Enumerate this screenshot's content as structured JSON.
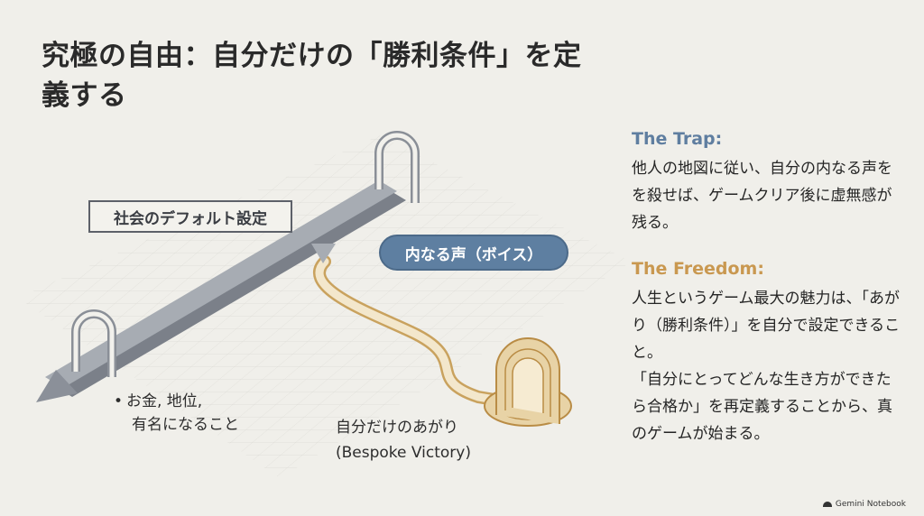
{
  "title": "究極の自由：自分だけの「勝利条件」を定義する",
  "illustration": {
    "default_label": "社会のデフォルト設定",
    "voice_label": "内なる声（ボイス）",
    "bullet": {
      "line1": "お金, 地位,",
      "line2": "有名になること"
    },
    "victory_line1": "自分だけのあがり",
    "victory_line2": "(Bespoke Victory)"
  },
  "side": {
    "trap_heading": "The Trap:",
    "trap_text": "他人の地図に従い、自分の内なる声をを殺せば、ゲームクリア後に虚無感が残る。",
    "freedom_heading": "The Freedom:",
    "freedom_text1": "人生というゲーム最大の魅力は、「あがり（勝利条件）」を自分で設定できること。",
    "freedom_text2": "「自分にとってどんな生き方ができたら合格か」を再定義することから、真のゲームが始まる。"
  },
  "brand": "Gemini Notebook",
  "colors": {
    "background": "#f0efea",
    "trap_accent": "#5f7ea0",
    "freedom_accent": "#c99850",
    "road_gray": "#9aa0a8",
    "path_gold": "#d9b878"
  }
}
